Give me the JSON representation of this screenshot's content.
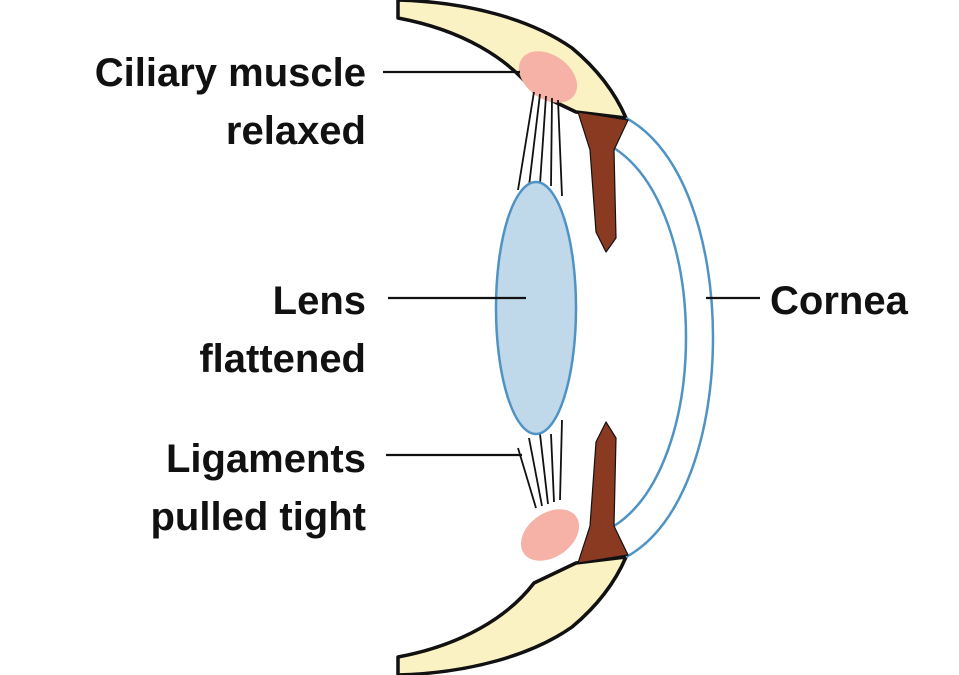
{
  "labels": {
    "ciliary_line1": "Ciliary muscle",
    "ciliary_line2": "relaxed",
    "lens_line1": "Lens",
    "lens_line2": "flattened",
    "ligaments_line1": "Ligaments",
    "ligaments_line2": "pulled tight",
    "cornea": "Cornea"
  },
  "colors": {
    "sclera": "#fbf2c4",
    "outline": "#111111",
    "muscle": "#f6b2a6",
    "iris": "#8b3a22",
    "lens_fill": "#bfd8ea",
    "lens_stroke": "#4f93c4",
    "cornea_stroke": "#4f93c4"
  }
}
